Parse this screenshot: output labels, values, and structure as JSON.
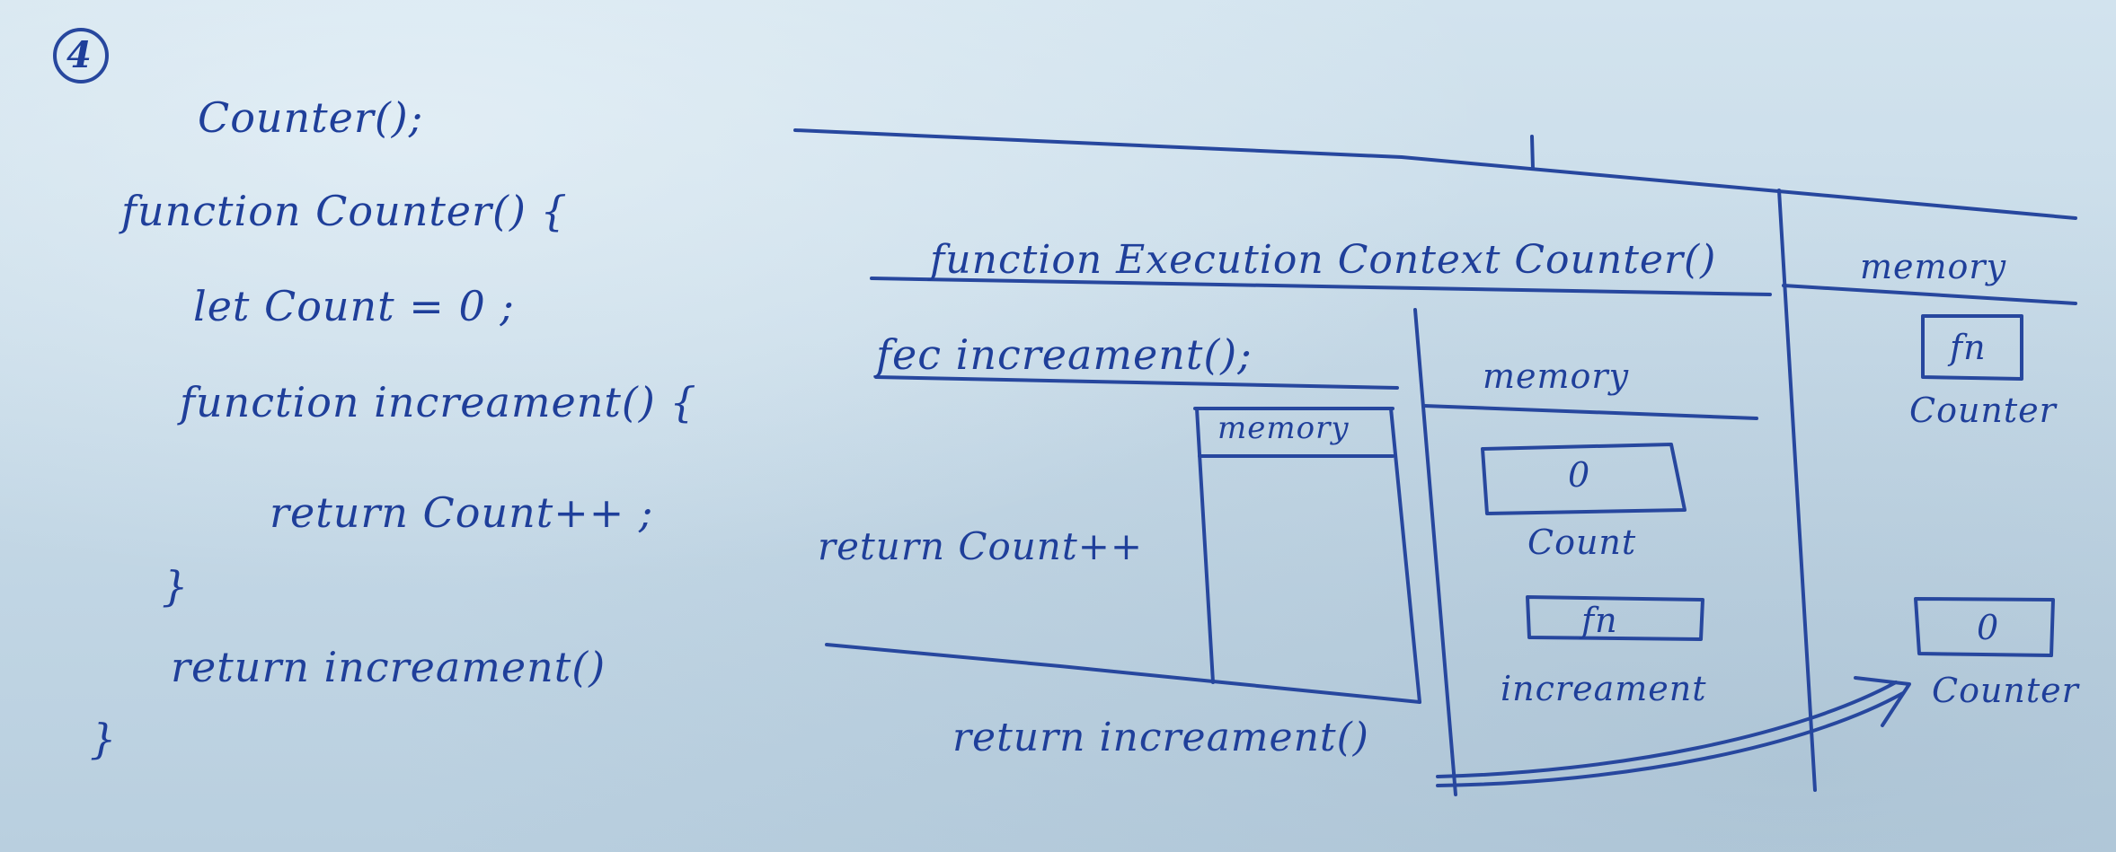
{
  "code": {
    "step_marker": "4",
    "lines": [
      "Counter();",
      "function Counter() {",
      "let Count = 0 ;",
      "function increament() {",
      "return Count++ ;",
      "}",
      "return increament()",
      "}"
    ]
  },
  "diagram": {
    "fec_counter_heading": "function Execution Context Counter()",
    "fec_increament_heading": "fec increament();",
    "increament_memory_label": "memory",
    "increament_body": "return Count++",
    "counter_memory_label": "memory",
    "count_value": "0",
    "count_label": "Count",
    "increament_fn_value": "fn",
    "increament_label": "increament",
    "return_line": "return increament()",
    "global_memory_label": "memory",
    "global_fn_value": "fn",
    "global_counter_label": "Counter",
    "global_result_value": "0",
    "global_result_label": "Counter"
  }
}
